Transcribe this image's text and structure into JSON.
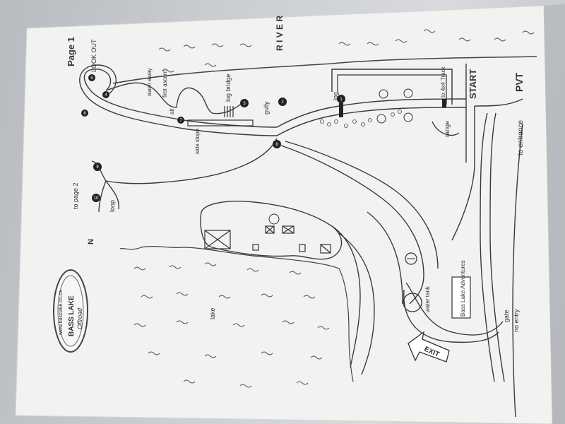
{
  "map": {
    "page_label": "Page 1",
    "river_label": "R I V E R",
    "lookout_label": "LOOK OUT",
    "washaway_label": "wash away",
    "first_ascent_label": "first ascent",
    "log_bridge_label": "log bridge",
    "alt_label": "alt",
    "gully_label": "gully",
    "log_label": "log",
    "to_4x4_label": "to 4x4 Track",
    "start_label": "START",
    "pvt_label": "PVT",
    "range_label": "range",
    "to_entrance_label": "to entrance",
    "side_slope_label": "side slope",
    "loop_label": "loop",
    "to_page2_label": "to page 2",
    "north_label": "N",
    "lake_label": "lake",
    "water_tank_label": "water tank",
    "bass_lake_adventures_label": "Bass Lake Adventures",
    "gate_label": "gate",
    "no_entry_label": "no entry",
    "exit_label": "EXIT",
    "logo_text": "BASS LAKE",
    "logo_sub": "Offroad",
    "website": "www.basslake.co.za",
    "markers": [
      "1",
      "2",
      "3",
      "4",
      "5",
      "6",
      "7",
      "8",
      "9",
      "10"
    ]
  },
  "colors": {
    "ink": "#3a3a3a",
    "paper": "#f3f3f1",
    "shadow": "#b3b6ba"
  }
}
